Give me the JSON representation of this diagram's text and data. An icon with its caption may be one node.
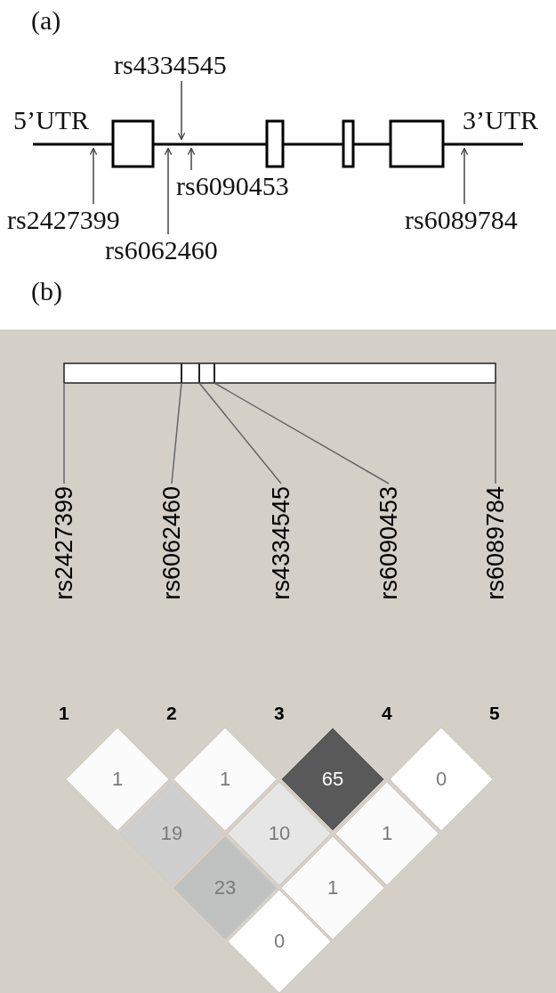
{
  "diagram": {
    "nodes": [
      {
        "text": [
          "rs4334545"
        ]
      },
      {
        "text": [],
        "shape": "bar"
      },
      {
        "text": [
          "rs2427399"
        ]
      },
      {
        "text": [
          "rs6090453"
        ]
      },
      {
        "text": [
          "rs6062460"
        ]
      },
      {
        "text": [
          "rs6089784"
        ]
      },
      {
        "text": [],
        "shape": "bar"
      },
      {
        "text": [
          "rs2427399"
        ]
      },
      {
        "text": [
          "rs6062460"
        ]
      },
      {
        "text": [
          "rs4334545"
        ]
      },
      {
        "text": [
          "rs6090453"
        ]
      },
      {
        "text": [
          "rs6089784"
        ]
      },
      {
        "text": [
          "1"
        ]
      },
      {
        "text": [
          "1"
        ]
      },
      {
        "text": [
          "65"
        ]
      },
      {
        "text": [
          "0"
        ]
      },
      {
        "text": [
          "19"
        ]
      },
      {
        "text": [
          "10"
        ]
      },
      {
        "text": [
          "1"
        ]
      },
      {
        "text": [
          "23"
        ]
      },
      {
        "text": [
          "1"
        ]
      },
      {
        "text": [
          "0"
        ]
      }
    ],
    "edges": [
      {
        "from": 0,
        "to": 1,
        "arrow": "to"
      },
      {
        "from": 2,
        "to": 1,
        "arrow": "to"
      },
      {
        "from": 3,
        "to": 1,
        "arrow": "to"
      },
      {
        "from": 4,
        "to": 1,
        "arrow": "to"
      },
      {
        "from": 5,
        "to": 1,
        "arrow": "to"
      },
      {
        "from": 7,
        "to": 6,
        "arrow": "none"
      },
      {
        "from": 8,
        "to": 6,
        "arrow": "none"
      },
      {
        "from": 9,
        "to": 6,
        "arrow": "none"
      },
      {
        "from": 10,
        "to": 6,
        "arrow": "none"
      },
      {
        "from": 11,
        "to": 6,
        "arrow": "none"
      }
    ],
    "labels": [
      "(a)",
      "5’UTR",
      "3’UTR",
      "(b)",
      "1",
      "2",
      "3",
      "4",
      "5"
    ]
  }
}
